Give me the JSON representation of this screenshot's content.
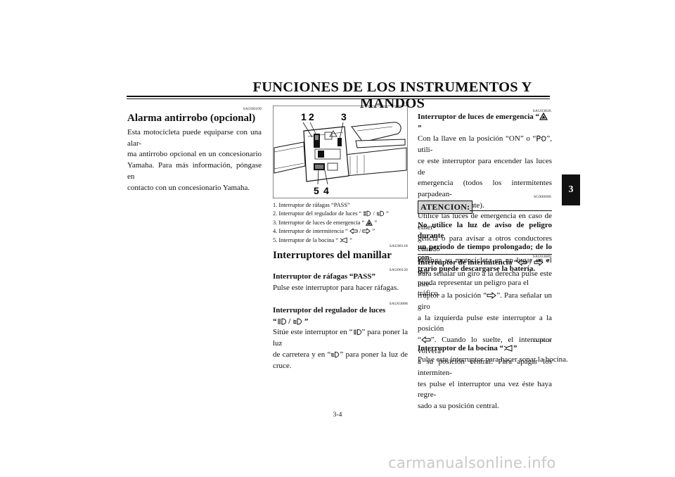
{
  "page": {
    "header": "FUNCIONES DE LOS INSTRUMENTOS Y MANDOS",
    "chapter_tab": "3",
    "page_number": "3-4",
    "watermark": "carmanualsonline.info"
  },
  "col1": {
    "code": "SAU00109",
    "heading": "Alarma antirrobo (opcional)",
    "lines": [
      "Esta motocicleta puede equiparse con una alar-",
      "ma antirrobo opcional en un concesionario",
      "Yamaha. Para más información, póngase en",
      "contacto con un concesionario Yamaha."
    ]
  },
  "figure": {
    "labels": [
      "1",
      "2",
      "3",
      "5",
      "4"
    ],
    "captions": [
      "1. Interruptor de ráfagas “PASS”",
      "2. Interruptor del regulador de luces “",
      "3. Interruptor de luces de emergencia “",
      "4. Interruptor de intermitencia “",
      "5. Interruptor de la bocina “"
    ],
    "caption_close": "”",
    "slash": "/"
  },
  "col2": {
    "code_main": "SAU00118",
    "heading_main": "Interruptores del manillar",
    "code_pass": "SAU00120",
    "heading_pass": "Interruptor de ráfagas “PASS”",
    "text_pass": "Pulse este interruptor para hacer ráfagas.",
    "code_dimmer": "SAU03888",
    "heading_dimmer": "Interruptor del regulador de luces",
    "quote_open": "“",
    "quote_close": "”",
    "slash": "/",
    "dimmer_a": "Sitúe este interruptor en “",
    "dimmer_b": "” para poner la luz",
    "dimmer_c": "de carretera y en “",
    "dimmer_d": "” para poner la luz de",
    "dimmer_e": "cruce."
  },
  "col3": {
    "code_hazard": "SAU03826",
    "heading_hazard": "Interruptor de luces de emergencia “",
    "heading_close": "”",
    "hz1a": "Con la llave en la posición “ON” o “",
    "hz1b": "”, utili-",
    "hz_lines": [
      "ce este interruptor para encender las luces de",
      "emergencia (todos los intermitentes parpadean-",
      "do simultáneamente).",
      "Utilice las luces de emergencia en caso de emer-",
      "gencia o para avisar a otros conductores cuando",
      "detenga su motocicleta en un lugar en el que",
      "pueda representar un peligro para el tráfico."
    ],
    "code_caution": "SC000006",
    "caution_label": "ATENCION:",
    "caution_lines": [
      "No utilice la luz de aviso de peligro durante",
      "un periodo de tiempo prolongado; de lo con-",
      "trario puede descargarse la batería."
    ],
    "code_turn": "SAU03889",
    "heading_turn": "Interruptor de intermitencia “",
    "slash": "/",
    "turn_1": "Para señalar un giro a la derecha pulse este inte-",
    "turn_2a": "rruptor a la posición “",
    "turn_2b": "”. Para señalar un giro",
    "turn_3": "a la izquierda pulse este interruptor a la posición",
    "turn_4a": "“",
    "turn_4b": "”. Cuando lo suelte, el interruptor volverá",
    "turn_lines": [
      "a su posición central. Para apagar los intermiten-",
      "tes pulse el interruptor una vez éste haya regre-",
      "sado a su posición central."
    ],
    "code_horn": "SAU00129",
    "heading_horn": "Interruptor de la bocina “",
    "horn_text": "Pulse este interruptor para hacer sonar la bocina."
  },
  "icons": {
    "high_beam": "high-beam-icon",
    "low_beam": "low-beam-icon",
    "hazard": "hazard-triangle-icon",
    "turn_left": "turn-left-arrow-icon",
    "turn_right": "turn-right-arrow-icon",
    "horn": "horn-icon",
    "parking": "parking-light-icon"
  }
}
